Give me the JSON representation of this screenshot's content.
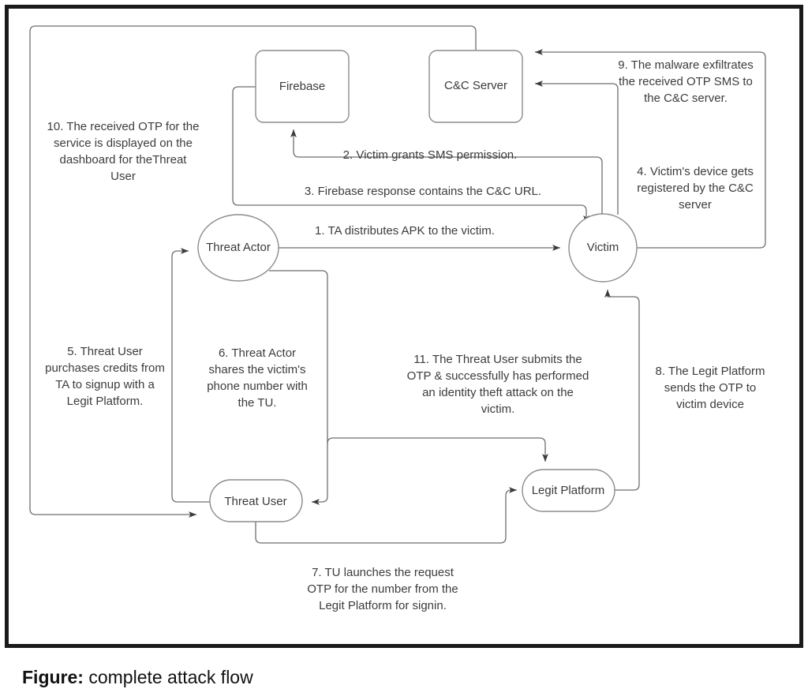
{
  "figure": {
    "caption_label": "Figure:",
    "caption_text": " complete attack flow"
  },
  "colors": {
    "frame_border": "#1a1a1a",
    "shape_stroke": "#8c8c8c",
    "connector_stroke": "#6e6e6e",
    "text": "#3a3a3a",
    "background": "#ffffff"
  },
  "diagram": {
    "type": "flow",
    "title": "complete attack flow",
    "nodes": [
      {
        "id": "firebase",
        "label": "Firebase",
        "shape": "rounded-rect"
      },
      {
        "id": "cc_server",
        "label": "C&C Server",
        "shape": "rounded-rect"
      },
      {
        "id": "threat_actor",
        "label": "Threat Actor",
        "shape": "circle"
      },
      {
        "id": "victim",
        "label": "Victim",
        "shape": "circle"
      },
      {
        "id": "threat_user",
        "label": "Threat User",
        "shape": "stadium"
      },
      {
        "id": "legit_platform",
        "label": "Legit Platform",
        "shape": "stadium"
      }
    ],
    "edges": [
      {
        "number": 1,
        "id": "edge-1",
        "from": "threat_actor",
        "to": "victim",
        "label": "1. TA distributes APK to the victim.",
        "lines": [
          "1. TA distributes APK to the victim."
        ]
      },
      {
        "number": 2,
        "id": "edge-2",
        "from": "victim",
        "to": "firebase",
        "label": "2. Victim grants SMS permission.",
        "lines": [
          "2. Victim grants SMS permission."
        ]
      },
      {
        "number": 3,
        "id": "edge-3",
        "from": "firebase",
        "to": "victim",
        "label": "3. Firebase response contains the C&C URL.",
        "lines": [
          "3. Firebase response contains the C&C URL."
        ]
      },
      {
        "number": 4,
        "id": "edge-4",
        "from": "victim",
        "to": "cc_server",
        "label": "4. Victim's device gets registered by the C&C server",
        "lines": [
          "4. Victim's device gets",
          "registered by the C&C",
          "server"
        ]
      },
      {
        "number": 5,
        "id": "edge-5",
        "from": "threat_user",
        "to": "threat_actor",
        "label": "5. Threat User purchases credits from TA to signup with a Legit Platform.",
        "lines": [
          "5. Threat User",
          "purchases credits from",
          "TA to signup with a",
          "Legit Platform."
        ]
      },
      {
        "number": 6,
        "id": "edge-6",
        "from": "threat_actor",
        "to": "threat_user",
        "label": "6. Threat Actor shares the victim's phone number with the TU.",
        "lines": [
          "6. Threat Actor",
          "shares the victim's",
          "phone number with",
          "the TU."
        ]
      },
      {
        "number": 7,
        "id": "edge-7",
        "from": "threat_user",
        "to": "legit_platform",
        "label": "7. TU launches the request OTP for the number from the Legit Platform for signin.",
        "lines": [
          "7. TU launches the request",
          "OTP for the number from the",
          "Legit Platform for signin."
        ]
      },
      {
        "number": 8,
        "id": "edge-8",
        "from": "legit_platform",
        "to": "victim",
        "label": "8. The Legit Platform sends the OTP to victim device",
        "lines": [
          "8. The Legit Platform",
          "sends the OTP to",
          "victim device"
        ]
      },
      {
        "number": 9,
        "id": "edge-9",
        "from": "victim",
        "to": "cc_server",
        "label": "9. The malware exfiltrates the received OTP SMS to the C&C server.",
        "lines": [
          "9. The malware exfiltrates",
          "the received OTP SMS to",
          "the C&C server."
        ]
      },
      {
        "number": 10,
        "id": "edge-10",
        "from": "cc_server",
        "to": "threat_user",
        "label": "10. The received OTP for the service is displayed on the dashboard for theThreat User",
        "lines": [
          "10. The received OTP for the",
          "service is displayed on the",
          "dashboard for theThreat",
          "User"
        ]
      },
      {
        "number": 11,
        "id": "edge-11",
        "from": "threat_user",
        "to": "legit_platform",
        "label": "11. The Threat User submits the OTP & successfully has performed an identity theft attack on the victim.",
        "lines": [
          "11. The Threat User submits the",
          "OTP & successfully has performed",
          "an identity theft attack on the",
          "victim."
        ]
      }
    ]
  }
}
